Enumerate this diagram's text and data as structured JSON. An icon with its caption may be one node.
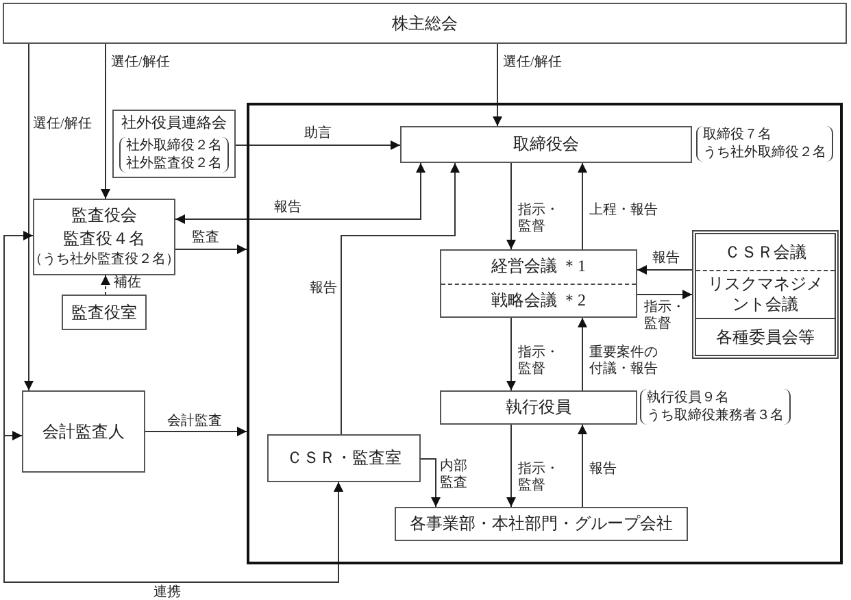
{
  "diagram": {
    "nodes": [
      {
        "text": [
          "株主総会"
        ]
      },
      {
        "text": [
          "社外役員連絡会",
          "社外取締役２名社外監査役２名"
        ]
      },
      {
        "text": [
          "監査役会",
          "監査役４名",
          "（うち社外監査役２名）"
        ]
      },
      {
        "text": [
          "監査役室"
        ]
      },
      {
        "text": [
          "会計監査人"
        ]
      },
      {
        "text": [],
        "shape": "box"
      },
      {
        "text": [
          "取締役会"
        ],
        "in": 5,
        "beside": [
          "取締役７名うち社外取締役２名"
        ]
      },
      {
        "text": [
          "経営会議 ＊1",
          "戦略会議 ＊2"
        ],
        "in": 5
      },
      {
        "text": [
          "ＣＳＲ会議",
          "リスクマネジメント会議",
          "各種委員会等"
        ],
        "in": 5
      },
      {
        "text": [
          "執行役員"
        ],
        "in": 5,
        "beside": [
          "執行役員９名うち取締役兼務者３名"
        ]
      },
      {
        "text": [
          "ＣＳＲ・監査室"
        ],
        "in": 5
      },
      {
        "text": [
          "各事業部・本社部門・グループ会社"
        ],
        "in": 5
      }
    ],
    "edges": [
      {
        "from": 0,
        "to": 6,
        "arrow": "to",
        "label": "選任/解任"
      },
      {
        "from": 0,
        "to": 2,
        "arrow": "to",
        "label": "選任/解任"
      },
      {
        "from": 0,
        "to": 4,
        "arrow": "to",
        "label": "選任/解任"
      },
      {
        "from": 1,
        "to": 6,
        "arrow": "to",
        "label": "助言"
      },
      {
        "from": 6,
        "to": 2,
        "arrow": "both",
        "label": "報告"
      },
      {
        "from": 2,
        "to": 5,
        "arrow": "to",
        "label": "監査"
      },
      {
        "from": 10,
        "to": 6,
        "arrow": "to",
        "label": "報告"
      },
      {
        "from": 6,
        "to": 7,
        "arrow": "to",
        "label": "指示・監督"
      },
      {
        "from": 7,
        "to": 6,
        "arrow": "to",
        "label": "上程・報告"
      },
      {
        "from": 8,
        "to": 7,
        "arrow": "to",
        "label": "報告"
      },
      {
        "from": 7,
        "to": 8,
        "arrow": "to",
        "label": "指示・監督"
      },
      {
        "from": 7,
        "to": 9,
        "arrow": "to",
        "label": "指示・監督"
      },
      {
        "from": 9,
        "to": 7,
        "arrow": "to",
        "label": "重要案件の付議・報告"
      },
      {
        "from": 9,
        "to": 11,
        "arrow": "to",
        "label": "指示・監督"
      },
      {
        "from": 11,
        "to": 9,
        "arrow": "to",
        "label": "報告"
      },
      {
        "from": 10,
        "to": 11,
        "arrow": "to",
        "label": "内部監査"
      },
      {
        "from": 4,
        "to": 5,
        "arrow": "to",
        "label": "会計監査"
      },
      {
        "from": 2,
        "to": 10,
        "arrow": "both",
        "label": "連携"
      },
      {
        "from": 4,
        "to": 10,
        "arrow": "both"
      },
      {
        "from": 3,
        "to": 2,
        "arrow": "to",
        "label": "補佐",
        "style": "dashed"
      }
    ]
  }
}
